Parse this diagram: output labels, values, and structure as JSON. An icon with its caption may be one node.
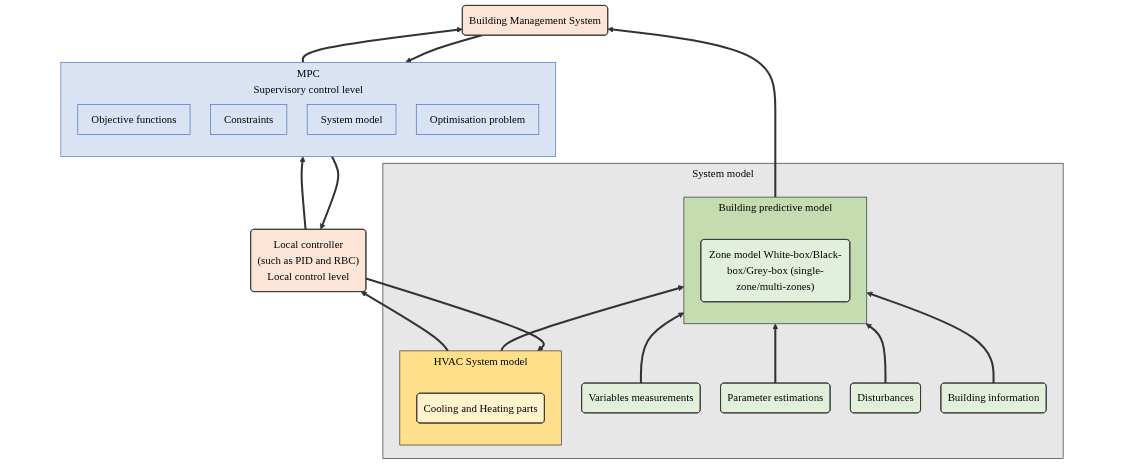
{
  "diagram": {
    "nodes": [
      {
        "text": [
          "MPC",
          "Supervisory control level"
        ]
      },
      {
        "text": [
          "Objective functions"
        ],
        "in": 0
      },
      {
        "text": [
          "Constraints"
        ],
        "in": 0
      },
      {
        "text": [
          "System model"
        ],
        "in": 0
      },
      {
        "text": [
          "Optimisation problem"
        ],
        "in": 0
      },
      {
        "text": [
          "Building Management System"
        ]
      },
      {
        "text": [
          "Local controller",
          "(such as PID and RBC)",
          "Local control level"
        ]
      },
      {
        "text": [
          "System model"
        ]
      },
      {
        "text": [
          "Variables measurements"
        ],
        "in": 7
      },
      {
        "text": [
          "Parameter estimations"
        ],
        "in": 7
      },
      {
        "text": [
          "Disturbances"
        ],
        "in": 7
      },
      {
        "text": [
          "Building information"
        ],
        "in": 7
      },
      {
        "text": [
          "Building predictive model"
        ],
        "in": 7
      },
      {
        "text": [
          "Zone model White-box/Black-box/Grey-box (single-zone/multi-zones)"
        ],
        "in": 12
      },
      {
        "text": [
          "HVAC System model"
        ],
        "in": 7
      },
      {
        "text": [
          "Cooling and Heating parts"
        ],
        "in": 14
      }
    ],
    "edges": [
      {
        "from": 5,
        "to": 0,
        "arrow": "to"
      },
      {
        "from": 0,
        "to": 5,
        "arrow": "to"
      },
      {
        "from": 6,
        "to": 0,
        "arrow": "to"
      },
      {
        "from": 0,
        "to": 6,
        "arrow": "to"
      },
      {
        "from": 12,
        "to": 5,
        "arrow": "to"
      },
      {
        "from": 14,
        "to": 6,
        "arrow": "to"
      },
      {
        "from": 6,
        "to": 14,
        "arrow": "to"
      },
      {
        "from": 8,
        "to": 12,
        "arrow": "to"
      },
      {
        "from": 9,
        "to": 12,
        "arrow": "to"
      },
      {
        "from": 10,
        "to": 12,
        "arrow": "to"
      },
      {
        "from": 11,
        "to": 12,
        "arrow": "to"
      },
      {
        "from": 14,
        "to": 12,
        "arrow": "to"
      }
    ]
  }
}
